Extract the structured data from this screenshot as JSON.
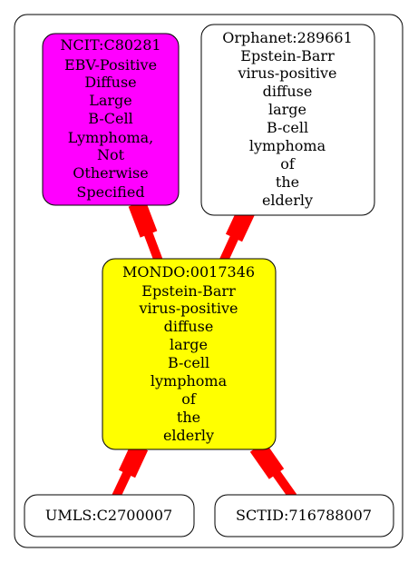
{
  "colors": {
    "edge": "#ff0000",
    "node_border": "#000000",
    "background": "#ffffff",
    "ncit_fill": "#ff00ff",
    "mondo_fill": "#ffff00",
    "plain_fill": "#ffffff"
  },
  "nodes": {
    "ncit": {
      "lines": [
        "NCIT:C80281",
        "EBV-Positive",
        "Diffuse",
        "Large",
        "B-Cell",
        "Lymphoma,",
        "Not",
        "Otherwise",
        "Specified"
      ]
    },
    "orphanet": {
      "lines": [
        "Orphanet:289661",
        "Epstein-Barr",
        "virus-positive",
        "diffuse",
        "large",
        "B-cell",
        "lymphoma",
        "of",
        "the",
        "elderly"
      ]
    },
    "mondo": {
      "lines": [
        "MONDO:0017346",
        "Epstein-Barr",
        "virus-positive",
        "diffuse",
        "large",
        "B-cell",
        "lymphoma",
        "of",
        "the",
        "elderly"
      ]
    },
    "umls": {
      "lines": [
        "UMLS:C2700007"
      ]
    },
    "sctid": {
      "lines": [
        "SCTID:716788007"
      ]
    }
  },
  "edges": [
    {
      "from": "ncit",
      "to": "mondo"
    },
    {
      "from": "orphanet",
      "to": "mondo"
    },
    {
      "from": "mondo",
      "to": "umls"
    },
    {
      "from": "mondo",
      "to": "sctid"
    }
  ]
}
